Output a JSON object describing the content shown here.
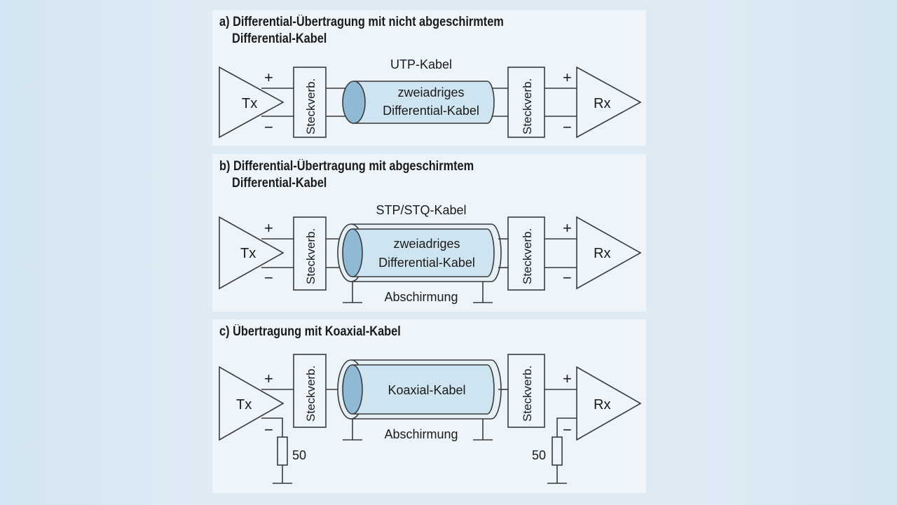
{
  "panels": [
    {
      "title_line1": "a) Differential-Übertragung mit nicht abgeschirmtem",
      "title_line2": "Differential-Kabel",
      "cable_type": "UTP-Kabel",
      "cable_line1": "zweiadriges",
      "cable_line2": "Differential-Kabel",
      "tx": "Tx",
      "rx": "Rx",
      "connector": "Steckverb.",
      "plus": "+",
      "minus": "−"
    },
    {
      "title_line1": "b) Differential-Übertragung mit abgeschirmtem",
      "title_line2": "Differential-Kabel",
      "cable_type": "STP/STQ-Kabel",
      "cable_line1": "zweiadriges",
      "cable_line2": "Differential-Kabel",
      "shield": "Abschirmung",
      "tx": "Tx",
      "rx": "Rx",
      "connector": "Steckverb.",
      "plus": "+",
      "minus": "−"
    },
    {
      "title_line1": "c) Übertragung mit Koaxial-Kabel",
      "cable_line1": "Koaxial-Kabel",
      "shield": "Abschirmung",
      "tx": "Tx",
      "rx": "Rx",
      "connector": "Steckverb.",
      "plus": "+",
      "minus": "−",
      "resistor_left": "50",
      "resistor_right": "50"
    }
  ],
  "colors": {
    "background": "#d7e7f3",
    "panel": "#eef5fa",
    "line": "#3a3a3a",
    "cable_fill": "#cfe4f1",
    "cable_end": "#8fbad6"
  }
}
